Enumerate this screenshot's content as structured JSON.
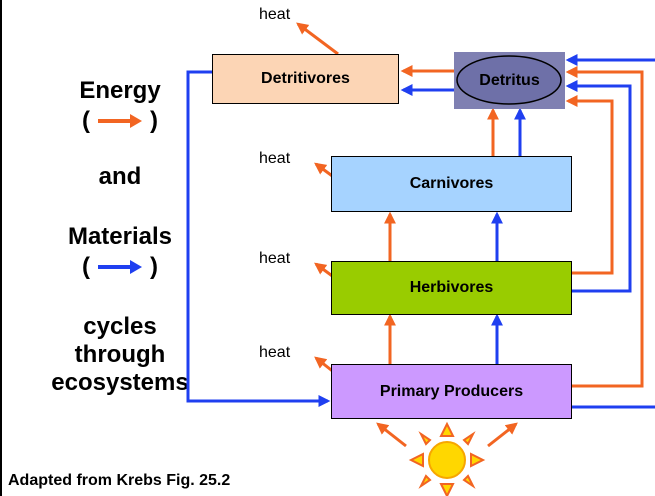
{
  "legend": {
    "energy_label": "Energy",
    "paren_open": "(",
    "paren_close": ")",
    "and_label": "and",
    "materials_label": "Materials",
    "caption_line1": "cycles",
    "caption_line2": "through",
    "caption_line3": "ecosystems"
  },
  "boxes": {
    "detritivores": "Detritivores",
    "detritus": "Detritus",
    "carnivores": "Carnivores",
    "herbivores": "Herbivores",
    "primary_producers": "Primary Producers"
  },
  "heat_labels": {
    "detritivores": "heat",
    "carnivores": "heat",
    "herbivores": "heat",
    "primary_producers": "heat"
  },
  "credit": "Adapted from Krebs Fig. 25.2",
  "colors": {
    "energy": "#f26522",
    "materials": "#1f3ff0",
    "detritivores_fill": "#fcd5b5",
    "detritus_fill": "#7f80b2",
    "carnivores_fill": "#a6d3ff",
    "herbivores_fill": "#99cc00",
    "producers_fill": "#cc99ff",
    "sun_fill": "#ffd700"
  }
}
